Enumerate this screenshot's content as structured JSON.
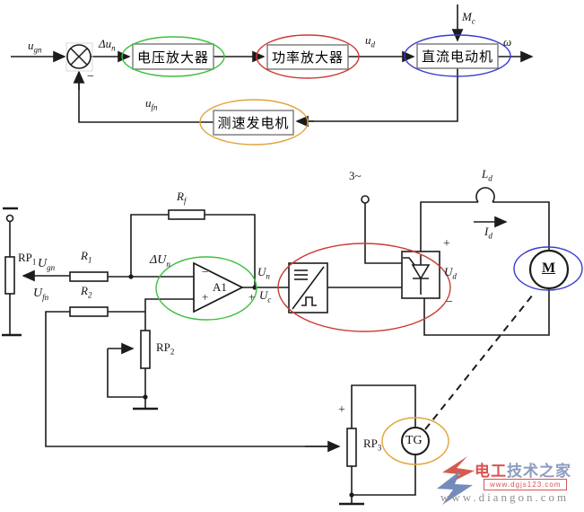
{
  "colors": {
    "line": "#1c1c1c",
    "block_border": "#777777",
    "green_ellipse": "#3fbf3f",
    "red_ellipse": "#cc3b35",
    "blue_ellipse": "#3b3bd0",
    "orange_ellipse": "#e0a43c",
    "watermark_red": "#d9534f",
    "watermark_blue": "#8a9cc0",
    "watermark_gray": "#8f8f8f"
  },
  "block_diagram": {
    "input": {
      "main": "u",
      "sub": "gn"
    },
    "error": {
      "main": "Δu",
      "sub": "n"
    },
    "sum_minus": "−",
    "blocks": [
      {
        "label": "电压放大器"
      },
      {
        "label": "功率放大器"
      },
      {
        "label": "直流电动机"
      },
      {
        "label": "测速发电机"
      }
    ],
    "ud": {
      "main": "u",
      "sub": "d"
    },
    "mc": {
      "main": "M",
      "sub": "c"
    },
    "omega": "ω",
    "ufn": {
      "main": "u",
      "sub": "fn"
    }
  },
  "schematic": {
    "rp1": {
      "main": "RP",
      "sub": "1"
    },
    "ugn": {
      "main": "U",
      "sub": "gn"
    },
    "r1": {
      "main": "R",
      "sub": "1"
    },
    "dun": {
      "main": "ΔU",
      "sub": "n"
    },
    "ufn": {
      "main": "U",
      "sub": "fn"
    },
    "r2": {
      "main": "R",
      "sub": "2"
    },
    "rf": {
      "main": "R",
      "sub": "f"
    },
    "opamp": {
      "label": "A1",
      "minus": "−",
      "plus": "+",
      "out_plus": "+"
    },
    "un": {
      "main": "U",
      "sub": "n"
    },
    "uc": {
      "main": "U",
      "sub": "c"
    },
    "ac_supply": "3~",
    "thyristor": {
      "plus": "+",
      "ud": {
        "main": "U",
        "sub": "d"
      },
      "minus": "−"
    },
    "ld": {
      "main": "L",
      "sub": "d"
    },
    "id": {
      "main": "I",
      "sub": "d"
    },
    "motor": "M",
    "rp2": {
      "main": "RP",
      "sub": "2"
    },
    "rp3_plus": "+",
    "rp3": {
      "main": "RP",
      "sub": "3"
    },
    "tg": "TG"
  },
  "watermark": {
    "brand_red": "电工",
    "brand_blue": "技术之家",
    "banner": "www.dgjs123.com",
    "url": "www.diangon.com"
  }
}
